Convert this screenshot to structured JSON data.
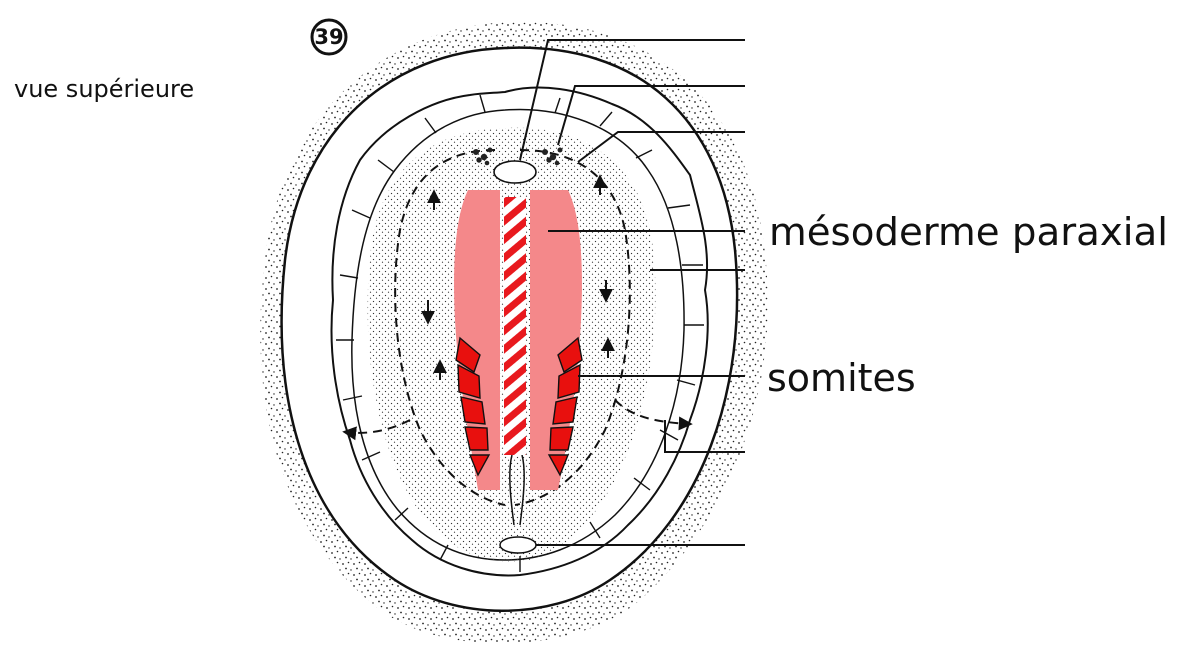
{
  "figure_number": "39",
  "view_label": "vue supérieure",
  "labels": {
    "paraxial_mesoderm": "mésoderme paraxial",
    "somites": "somites"
  },
  "colors": {
    "paraxial_mesoderm": "#f4888a",
    "somites": "#e8100e",
    "notochord_stripe": "#e8191e",
    "ink": "#111111"
  }
}
